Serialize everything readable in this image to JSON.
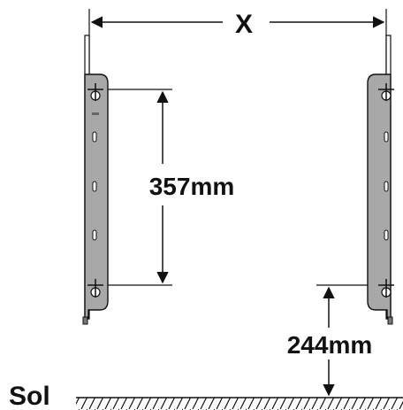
{
  "labels": {
    "width": "X",
    "spacing": "357mm",
    "height_from_floor": "244mm",
    "floor": "Sol"
  },
  "colors": {
    "bracket_fill": "#a8a8a8",
    "line": "#111111"
  }
}
